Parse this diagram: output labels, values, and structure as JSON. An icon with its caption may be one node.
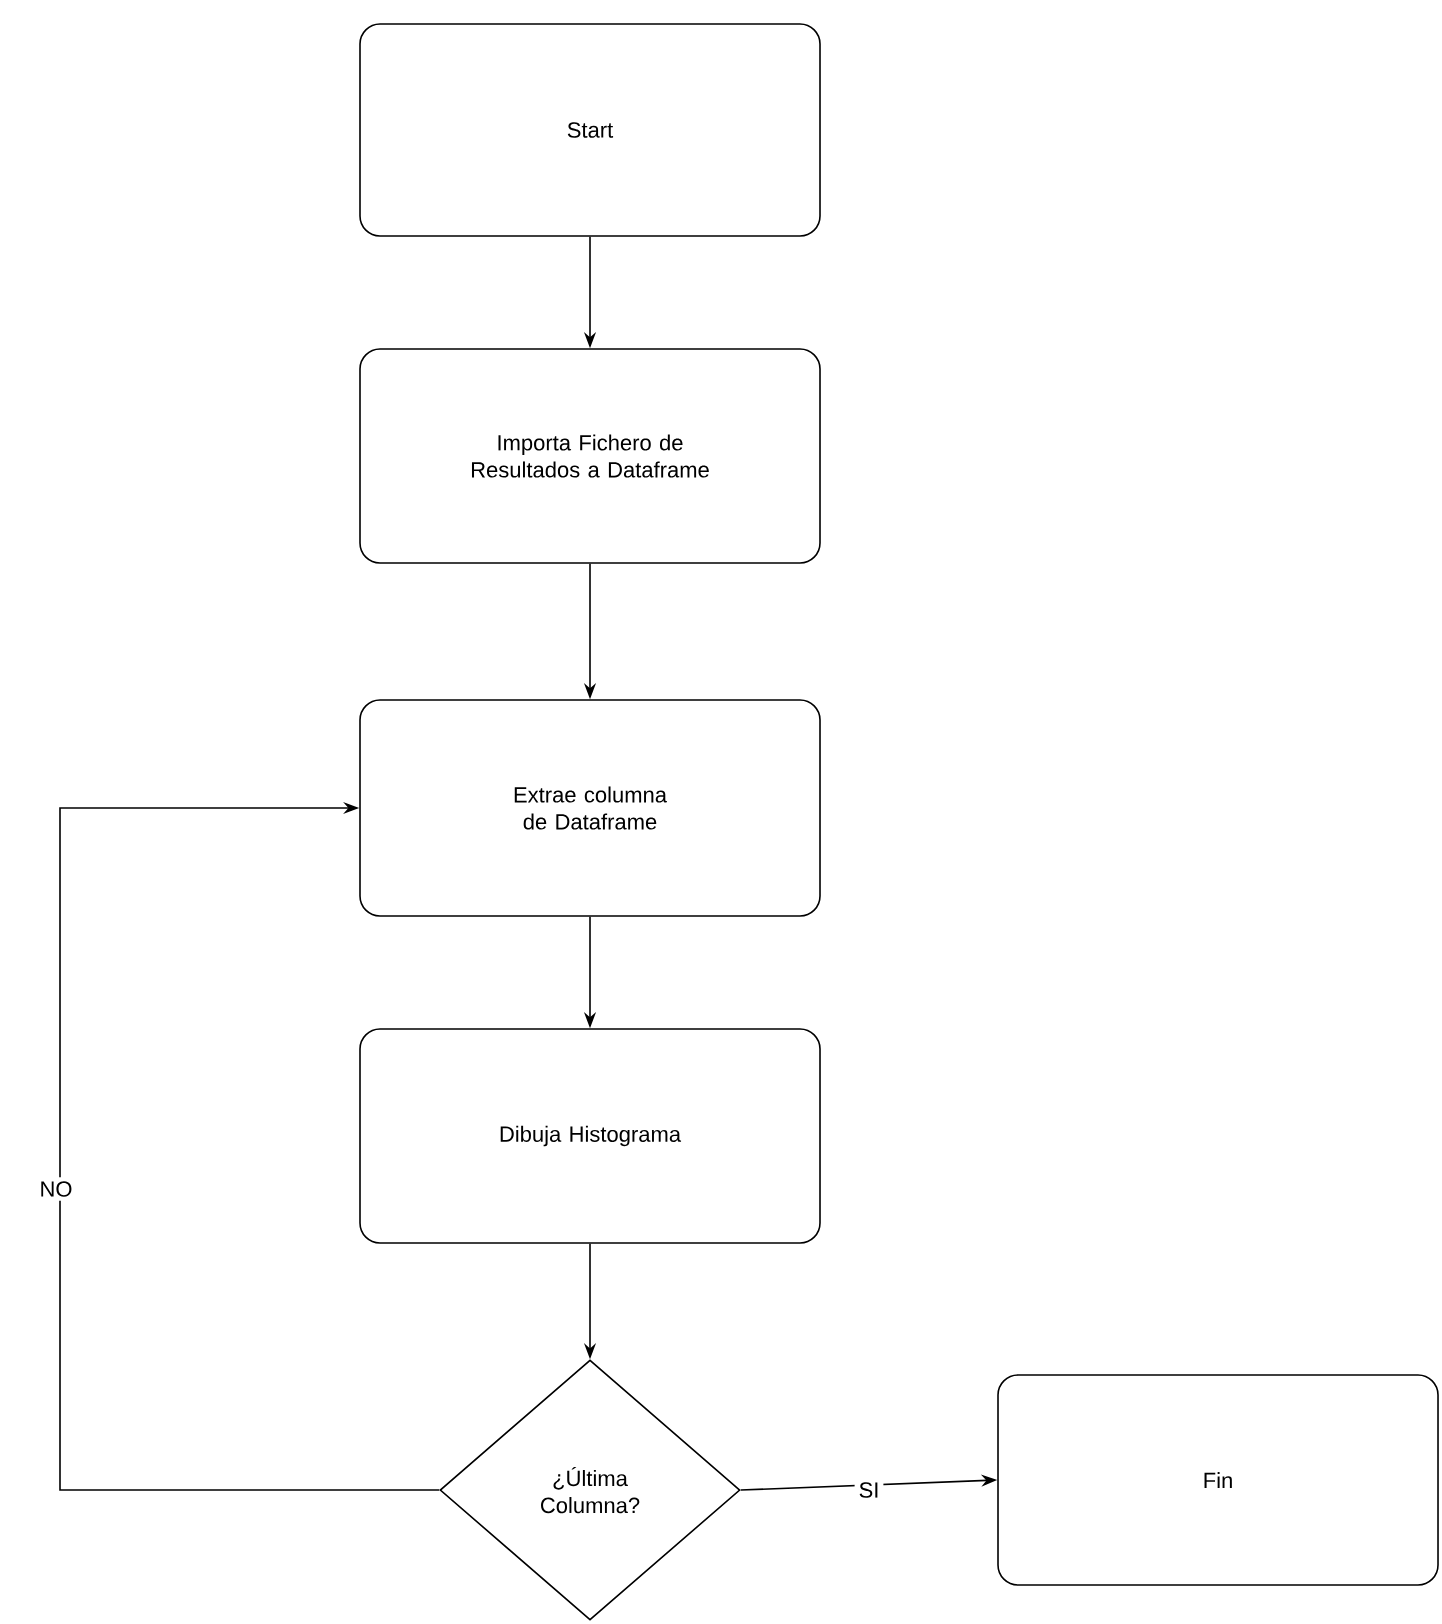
{
  "diagram": {
    "nodes": [
      {
        "text": [
          "Start"
        ]
      },
      {
        "text": [
          "Importa Fichero de Resultados a Dataframe"
        ]
      },
      {
        "text": [
          "Extrae columna de Dataframe"
        ]
      },
      {
        "text": [
          "Dibuja Histograma"
        ]
      },
      {
        "text": [
          "¿Última Columna?"
        ]
      },
      {
        "text": [
          "Fin"
        ]
      }
    ],
    "edges": [
      {
        "from": 0,
        "to": 1,
        "arrow": "to"
      },
      {
        "from": 1,
        "to": 2,
        "arrow": "to"
      },
      {
        "from": 2,
        "to": 3,
        "arrow": "to"
      },
      {
        "from": 3,
        "to": 4,
        "arrow": "to"
      },
      {
        "from": 4,
        "to": 2,
        "arrow": "to",
        "label": "NO"
      },
      {
        "from": 4,
        "to": 5,
        "arrow": "to",
        "label": "SI"
      }
    ]
  }
}
